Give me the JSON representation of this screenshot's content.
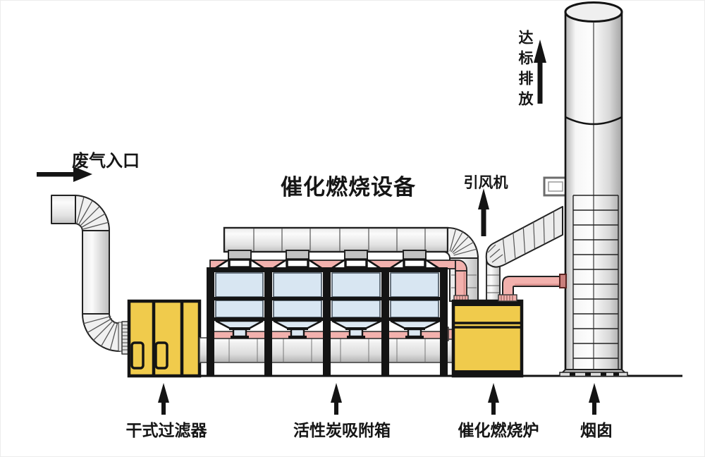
{
  "title": "催化燃烧设备",
  "labels": {
    "inlet": "废气入口",
    "fan": "引风机",
    "emission": "达标排放",
    "dry_filter": "干式过滤器",
    "carbon_adsorption_box": "活性炭吸附箱",
    "catalytic_furnace": "催化燃烧炉",
    "chimney": "烟囱"
  },
  "icons": {
    "inlet_flow": "right-arrow-icon",
    "emission_flow": "up-arrow-icon",
    "fan_flow": "up-arrow-icon",
    "label_pointers": "up-arrow-icon"
  },
  "colors": {
    "equipment_yellow": "#f0cb4c",
    "pipe_pink": "#f2b1ad",
    "pipe_pink_dark": "#d98e8b",
    "window_blue": "#d8e6f2",
    "duct_gray_light": "#f5f5f5",
    "duct_gray_dark": "#bfbfbf",
    "outline_black": "#141414"
  }
}
